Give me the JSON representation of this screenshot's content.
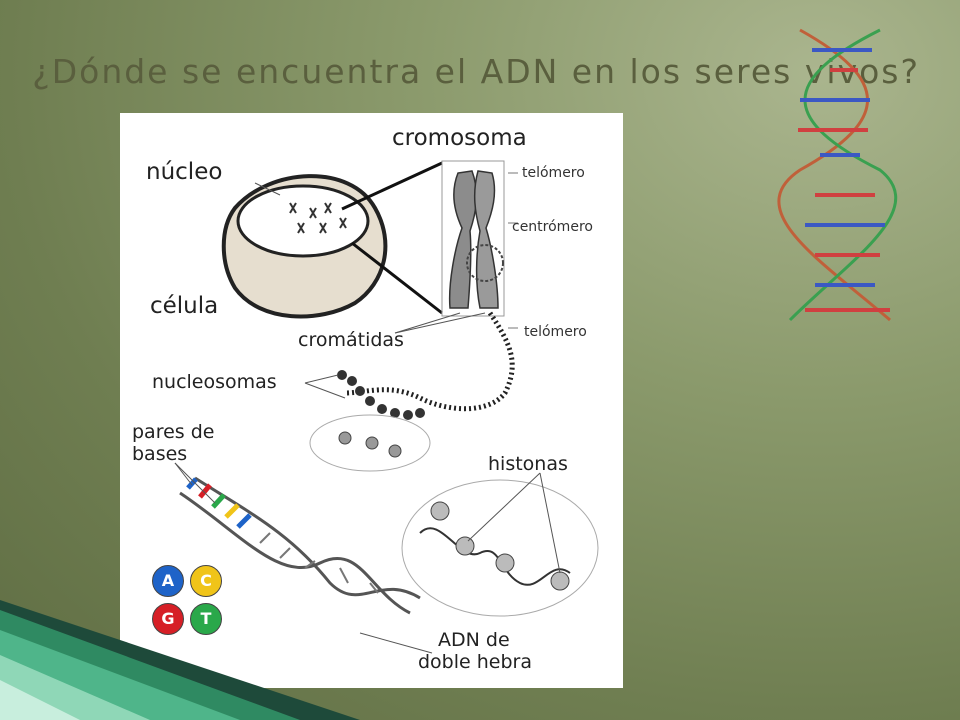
{
  "slide": {
    "title": "¿Dónde se encuentra el ADN en los seres vivos?"
  },
  "diagram": {
    "labels": {
      "nucleo": "núcleo",
      "celula": "célula",
      "cromosoma": "cromosoma",
      "telomero_top": "telómero",
      "centromero": "centrómero",
      "telomero_bottom": "telómero",
      "cromatidas": "cromátidas",
      "nucleosomas": "nucleosomas",
      "pares_de_bases_1": "pares de",
      "pares_de_bases_2": "bases",
      "histonas": "histonas",
      "adn_1": "ADN de",
      "adn_2": "doble hebra"
    },
    "bases": [
      {
        "letter": "A",
        "color": "#1e63c8"
      },
      {
        "letter": "C",
        "color": "#f0c419"
      },
      {
        "letter": "G",
        "color": "#d61f26"
      },
      {
        "letter": "T",
        "color": "#2aa84a"
      }
    ]
  },
  "colors": {
    "background": "#7f8e5e",
    "title": "#5a5f3e",
    "panel": "#ffffff",
    "cell": "#e8e0d2",
    "chromosome": "#8c8c8c"
  }
}
